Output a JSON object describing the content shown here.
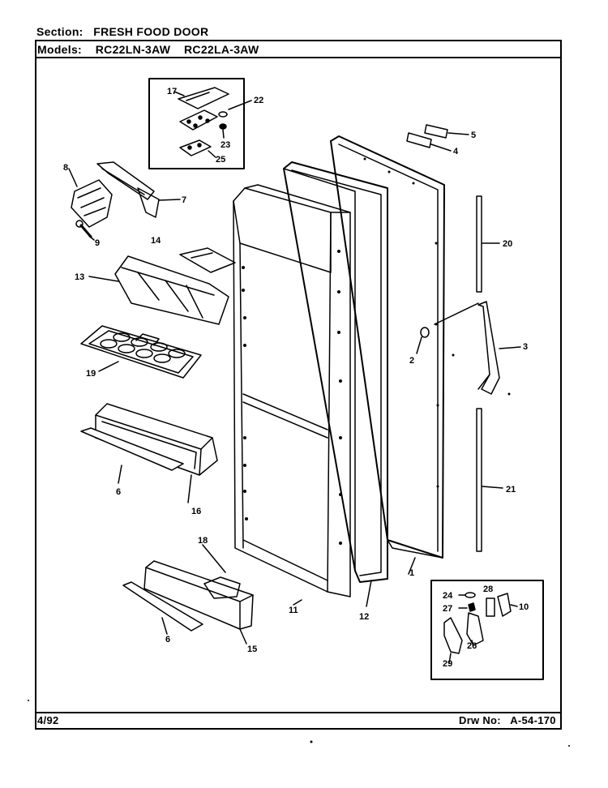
{
  "header": {
    "section_label": "Section:",
    "section_value": "FRESH FOOD DOOR",
    "models_label": "Models:",
    "models_value_1": "RC22LN-3AW",
    "models_value_2": "RC22LA-3AW"
  },
  "footer": {
    "date": "4/92",
    "drawing_label": "Drw No:",
    "drawing_number": "A-54-170"
  },
  "callouts": {
    "c17": "17",
    "c22": "22",
    "c23": "23",
    "c25": "25",
    "c8": "8",
    "c7": "7",
    "c9": "9",
    "c14": "14",
    "c13": "13",
    "c19": "19",
    "c6a": "6",
    "c16": "16",
    "c18": "18",
    "c6b": "6",
    "c15": "15",
    "c11": "11",
    "c12": "12",
    "c1": "1",
    "c5": "5",
    "c4": "4",
    "c20": "20",
    "c3": "3",
    "c2": "2",
    "c21": "21",
    "c24": "24",
    "c28a": "28",
    "c27": "27",
    "c10": "10",
    "c26": "26",
    "c29": "29"
  }
}
